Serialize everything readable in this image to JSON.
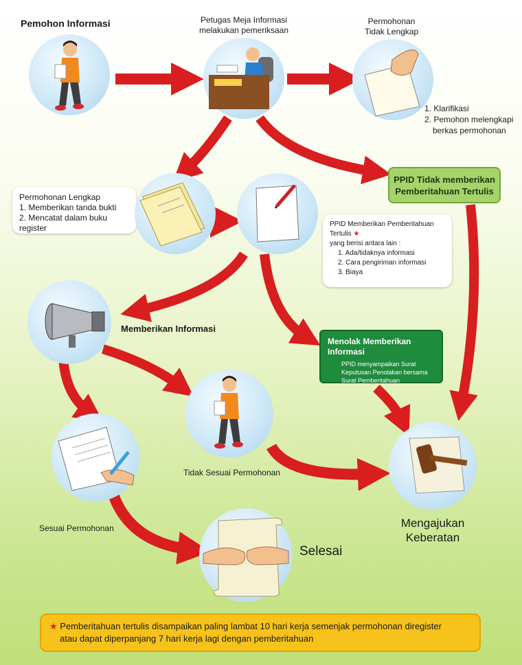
{
  "nodes": {
    "pemohon": "Pemohon Informasi",
    "petugas_line1": "Petugas Meja Informasi",
    "petugas_line2": "melakukan pemeriksaan",
    "tidak_lengkap_line1": "Permohonan",
    "tidak_lengkap_line2": "Tidak Lengkap",
    "klarifikasi_items": [
      "Klarifikasi",
      "Pemohon melengkapi berkas permohonan"
    ],
    "ppid_tidak_line1": "PPID Tidak memberikan",
    "ppid_tidak_line2": "Pemberitahuan Tertulis",
    "lengkap_title": "Permohonan Lengkap",
    "lengkap_items": [
      "Memberikan tanda bukti",
      "Mencatat dalam buku register"
    ],
    "ppid_memberikan_title": "PPID Memberikan Pemberitahuan Tertulis",
    "ppid_memberikan_sub": "yang berisi antara lain :",
    "ppid_memberikan_items": [
      "Ada/tidaknya informasi",
      "Cara pengiriman informasi",
      "Biaya"
    ],
    "memberikan_informasi": "Memberikan Informasi",
    "menolak_title": "Menolak Memberikan Informasi",
    "menolak_lines": [
      "PPID menyampaikan Surat",
      "Keputusan Penolakan bersama",
      "Surat Pemberitahuan"
    ],
    "tidak_sesuai": "Tidak Sesuai Permohonan",
    "sesuai": "Sesuai Permohonan",
    "mengajukan_line1": "Mengajukan",
    "mengajukan_line2": "Keberatan",
    "selesai": "Selesai"
  },
  "footer": {
    "star": "★",
    "line1": "Pemberitahuan tertulis disampaikan paling lambat 10 hari kerja semenjak permohonan diregister",
    "line2": "atau dapat diperpanjang 7 hari kerja lagi dengan pemberitahuan"
  },
  "colors": {
    "arrow": "#d81e1e",
    "green_light": "#a6d36a",
    "green_dark": "#1f8b3c",
    "note_bg": "#f7c21b",
    "circle": "#cbe6f6"
  }
}
